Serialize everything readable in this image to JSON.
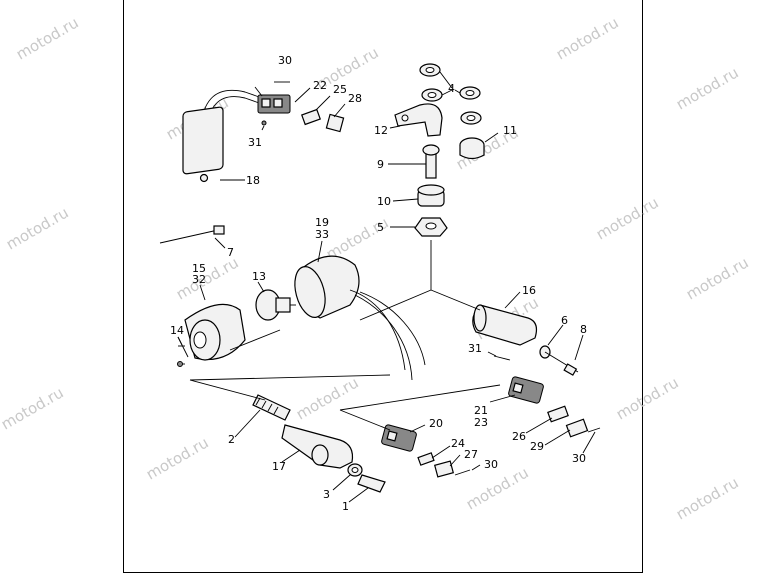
{
  "watermark": "motod.ru",
  "labels": {
    "l30a": "30",
    "l22": "22",
    "l25": "25",
    "l28": "28",
    "l31a": "31",
    "l18": "18",
    "l4": "4",
    "l12": "12",
    "l11": "11",
    "l9": "9",
    "l10": "10",
    "l5": "5",
    "l7": "7",
    "l19": "19",
    "l33": "33",
    "l15": "15",
    "l32": "32",
    "l13": "13",
    "l14": "14",
    "l16": "16",
    "l6": "6",
    "l8": "8",
    "l31b": "31",
    "l21": "21",
    "l23": "23",
    "l20": "20",
    "l26": "26",
    "l29": "29",
    "l30b": "30",
    "l24": "24",
    "l27": "27",
    "l30c": "30",
    "l2": "2",
    "l17": "17",
    "l3": "3",
    "l1": "1"
  }
}
